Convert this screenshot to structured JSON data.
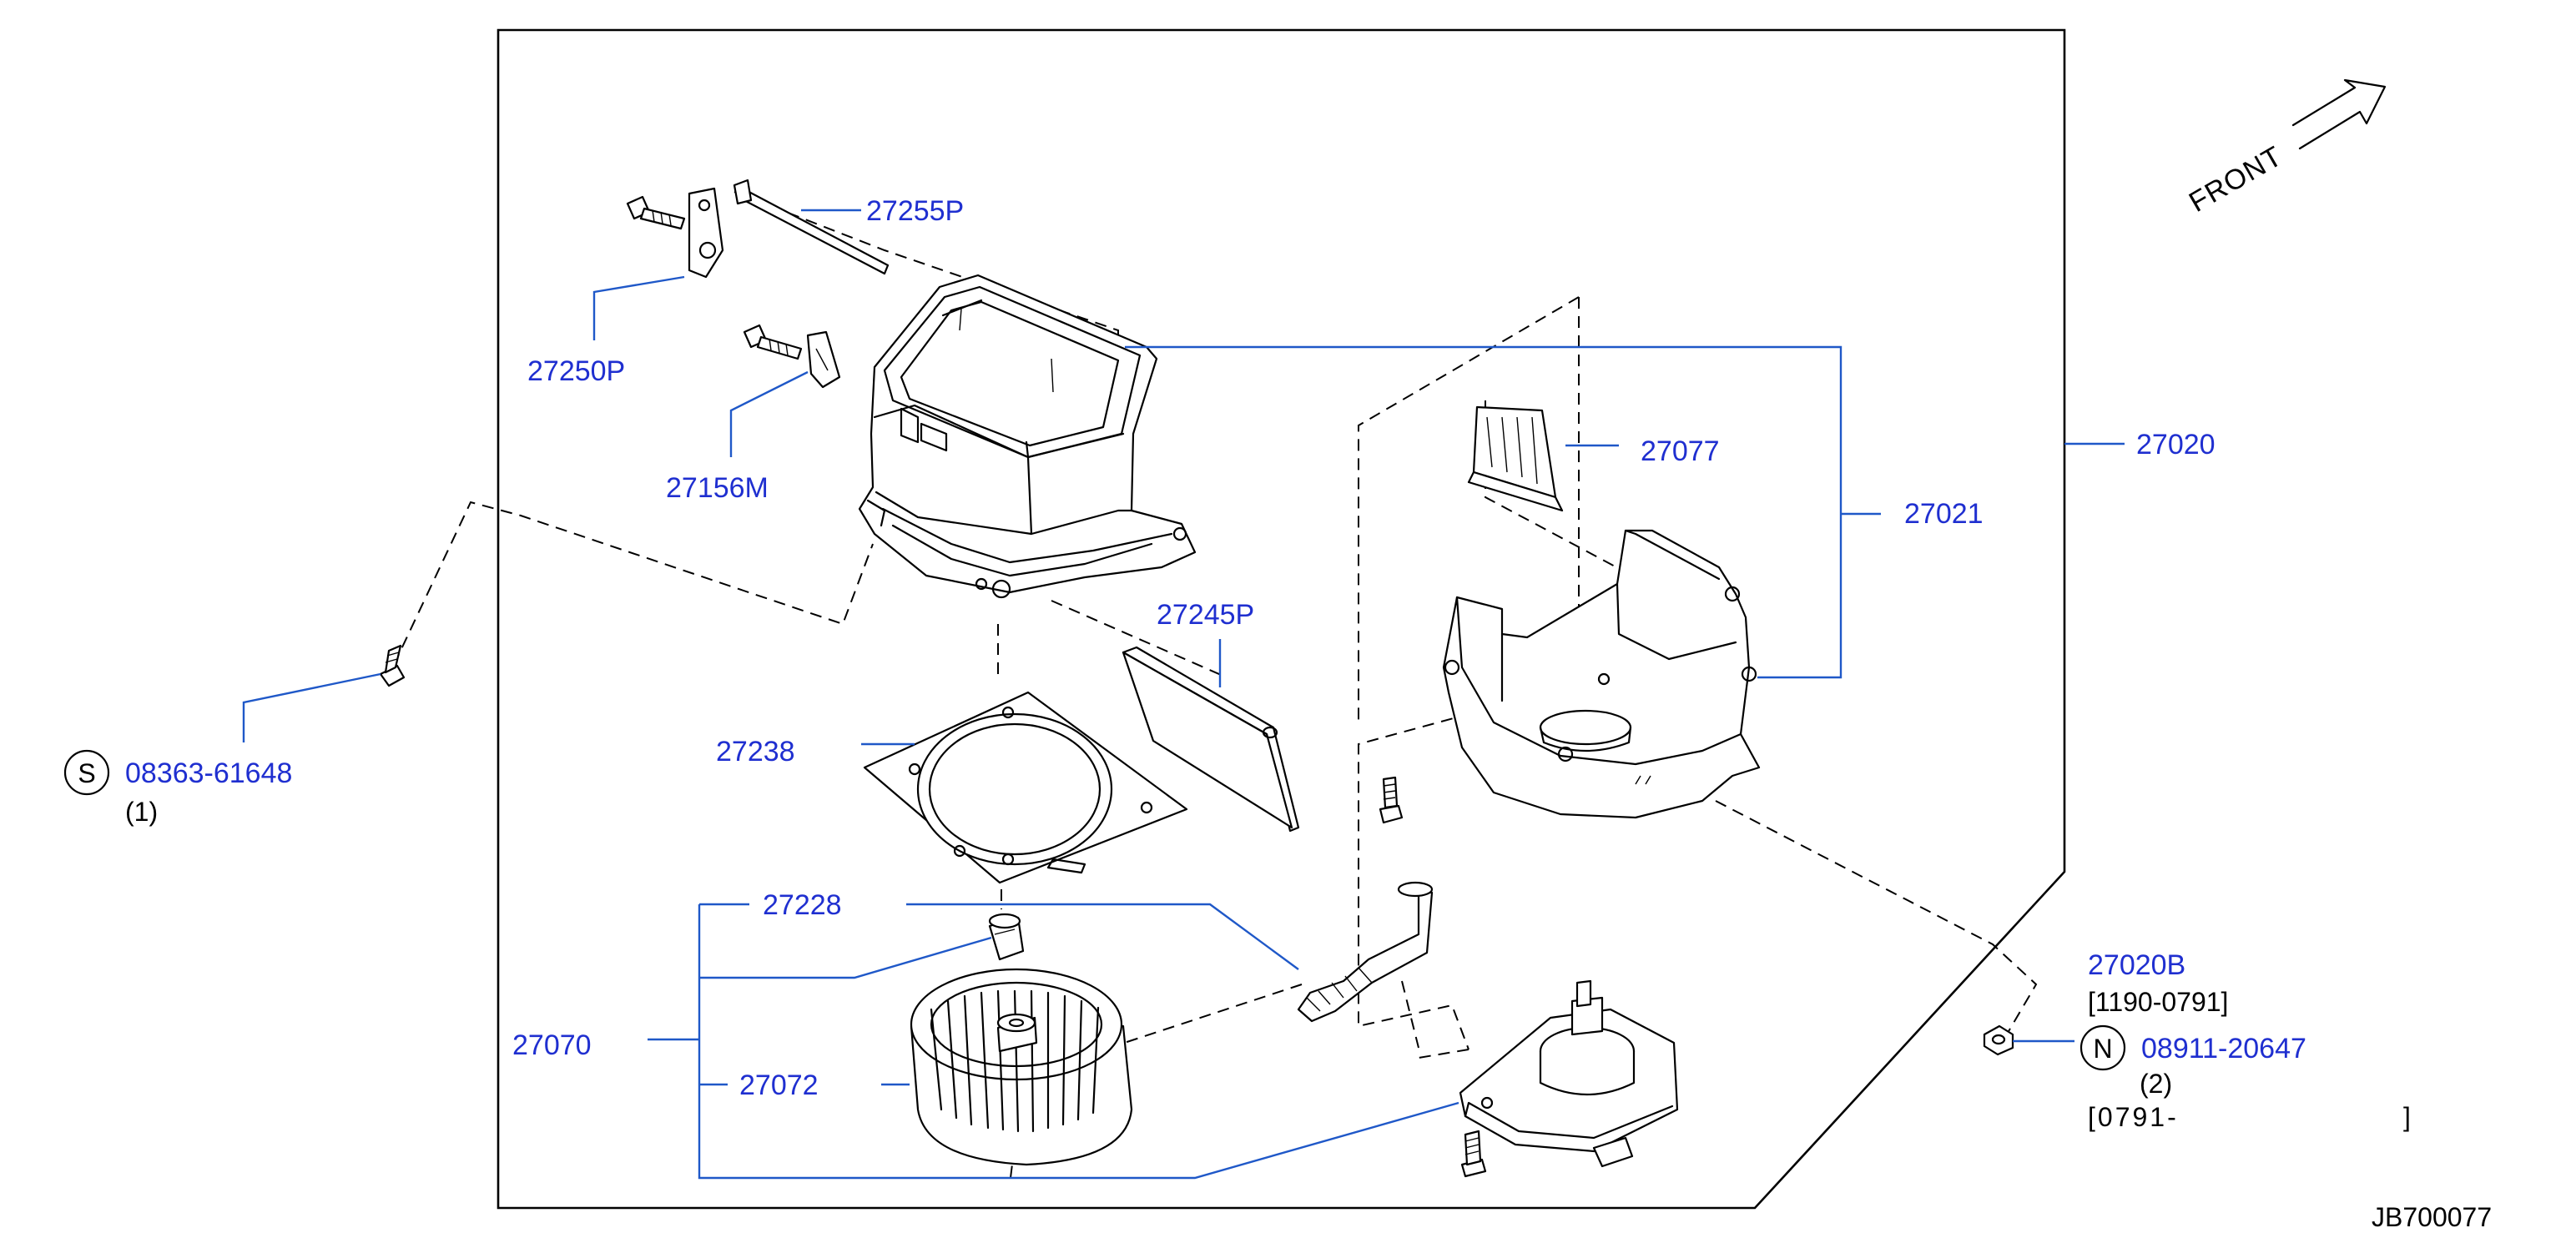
{
  "diagram": {
    "front_label": "FRONT",
    "diagram_id": "JB700077"
  },
  "parts": {
    "p27255P": "27255P",
    "p27250P": "27250P",
    "p27156M": "27156M",
    "p27077": "27077",
    "p27020": "27020",
    "p27021": "27021",
    "p27245P": "27245P",
    "p27238": "27238",
    "p27228": "27228",
    "p27070": "27070",
    "p27072": "27072",
    "p27020B": "27020B",
    "bolt_s": "08363-61648",
    "nut_n": "08911-20647"
  },
  "symbols": {
    "s": "S",
    "n": "N"
  },
  "annotations": {
    "bolt_qty": "(1)",
    "nut_qty": "(2)",
    "date_range_1": "[1190-0791]",
    "date_range_2_start": "[0791-",
    "date_range_2_end": "]"
  }
}
